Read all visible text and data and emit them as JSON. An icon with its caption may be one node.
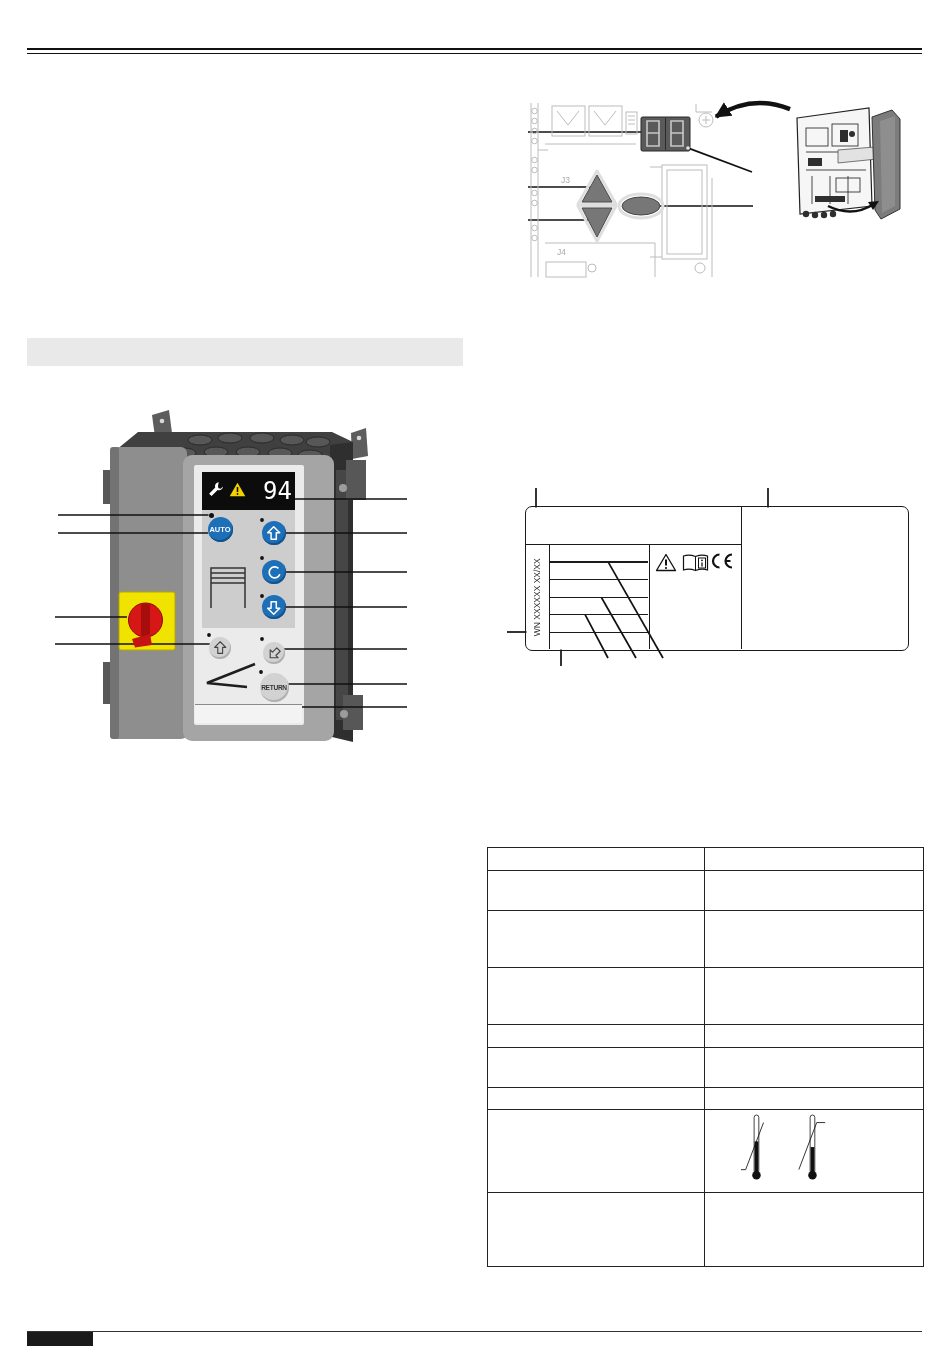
{
  "diagram": {
    "nodes": [
      {
        "text": [],
        "shape": "bar"
      },
      {
        "text": [],
        "shape": "circle"
      },
      {
        "text": [
          "AUTO"
        ]
      },
      {
        "text": [],
        "shape": "picture"
      },
      {
        "text": [],
        "shape": "circle"
      },
      {
        "text": [
          "94"
        ]
      },
      {
        "text": [],
        "shape": "circle"
      },
      {
        "text": [],
        "shape": "circle"
      },
      {
        "text": [],
        "shape": "circle"
      },
      {
        "text": [],
        "shape": "circle"
      },
      {
        "text": [
          "RETURN"
        ]
      },
      {
        "text": [],
        "shape": "bar"
      },
      {
        "text": [],
        "shape": "picture"
      },
      {
        "text": [],
        "shape": "box",
        "in": 12
      },
      {
        "text": [],
        "shape": "circle",
        "in": 13
      },
      {
        "text": [],
        "shape": "triangle",
        "in": 12
      },
      {
        "text": [],
        "shape": "triangle",
        "in": 12
      },
      {
        "text": [],
        "shape": "ellipse",
        "in": 12
      },
      {
        "text": [],
        "shape": "picture"
      },
      {
        "text": [],
        "shape": "box"
      },
      {
        "text": [],
        "shape": "box",
        "in": 19
      },
      {
        "text": [],
        "shape": "box",
        "in": 19
      },
      {
        "text": [
          "WN XXXXXX XX/XX"
        ],
        "in": 19
      },
      {
        "text": [],
        "shape": "box",
        "in": 19
      },
      {
        "text": [],
        "shape": "box",
        "in": 23
      },
      {
        "text": [],
        "shape": "box",
        "in": 23
      },
      {
        "text": [],
        "shape": "box",
        "in": 23
      },
      {
        "text": [],
        "shape": "box",
        "in": 23
      },
      {
        "text": [],
        "shape": "box",
        "in": 23
      },
      {
        "text": [],
        "shape": "box",
        "in": 23
      }
    ],
    "edges": [
      {
        "from": null,
        "to": 1,
        "arrow": "none"
      },
      {
        "from": null,
        "to": 2,
        "arrow": "none"
      },
      {
        "from": null,
        "to": 3,
        "arrow": "none"
      },
      {
        "from": null,
        "to": 4,
        "arrow": "none"
      },
      {
        "from": null,
        "to": 5,
        "arrow": "none"
      },
      {
        "from": null,
        "to": 6,
        "arrow": "none"
      },
      {
        "from": null,
        "to": 7,
        "arrow": "none"
      },
      {
        "from": null,
        "to": 8,
        "arrow": "none"
      },
      {
        "from": null,
        "to": 9,
        "arrow": "none"
      },
      {
        "from": null,
        "to": 10,
        "arrow": "none"
      },
      {
        "from": null,
        "to": 11,
        "arrow": "none"
      },
      {
        "from": 18,
        "to": 12,
        "arrow": "to",
        "style": "thick"
      },
      {
        "from": null,
        "to": 13,
        "arrow": "none"
      },
      {
        "from": null,
        "to": 15,
        "arrow": "none"
      },
      {
        "from": null,
        "to": 16,
        "arrow": "none"
      },
      {
        "from": null,
        "to": 14,
        "arrow": "none"
      },
      {
        "from": null,
        "to": 17,
        "arrow": "none"
      },
      {
        "from": null,
        "to": 20,
        "arrow": "none"
      },
      {
        "from": null,
        "to": 21,
        "arrow": "none"
      },
      {
        "from": null,
        "to": 22,
        "arrow": "none"
      },
      {
        "from": null,
        "to": 29,
        "arrow": "none"
      },
      {
        "from": null,
        "to": 27,
        "arrow": "none"
      },
      {
        "from": null,
        "to": 26,
        "arrow": "none"
      },
      {
        "from": null,
        "to": 24,
        "arrow": "none"
      }
    ],
    "labels": [
      "J3",
      "J4"
    ]
  }
}
